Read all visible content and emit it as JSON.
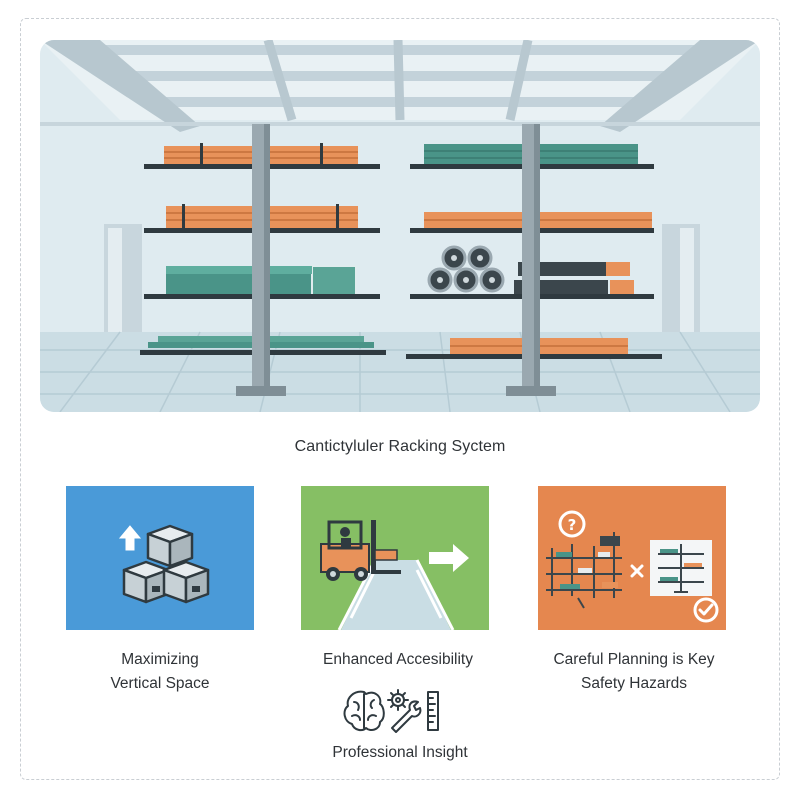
{
  "title": "Cantictyluler Racking Syctem",
  "cards": [
    {
      "caption_lines": [
        "Maximizing",
        "Vertical Space"
      ],
      "icon": "stacked-boxes-up-arrow-icon",
      "bg": "#4a9ad8"
    },
    {
      "caption_lines": [
        "Enhanced Accesibility"
      ],
      "icon": "forklift-arrow-icon",
      "bg": "#86bf64"
    },
    {
      "caption_lines": [
        "Careful Planning is Key",
        "Safety Hazards"
      ],
      "icon": "planning-check-icon",
      "bg": "#e5874f"
    }
  ],
  "insight": {
    "label": "Professional Insight",
    "icon": "brain-gears-tools-icon"
  },
  "colors": {
    "wall": "#dfebf0",
    "ceiling_beam": "#b8c8d0",
    "column": "#9aa8b0",
    "lumber_orange": "#e8925a",
    "lumber_teal": "#4a9488",
    "arm": "#2f3a40"
  }
}
